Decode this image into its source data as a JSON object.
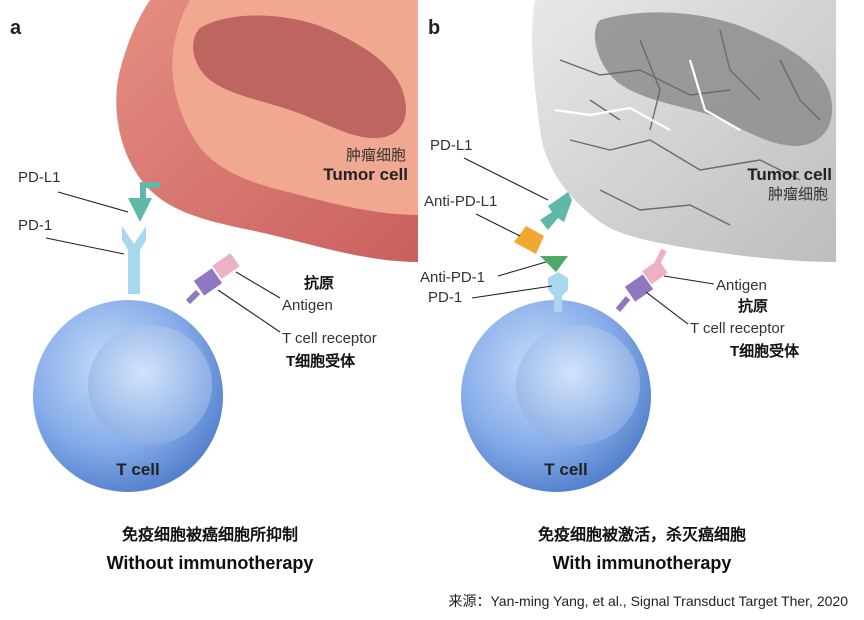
{
  "panel_a": {
    "letter": "a",
    "tumor_zh": "肿瘤细胞",
    "tumor_en": "Tumor cell",
    "pdl1": "PD-L1",
    "pd1": "PD-1",
    "antigen_zh": "抗原",
    "antigen_en": "Antigen",
    "tcr_en": "T cell receptor",
    "tcr_zh": "T细胞受体",
    "tcell": "T cell",
    "caption_zh": "免疫细胞被癌细胞所抑制",
    "caption_en": "Without immunotherapy"
  },
  "panel_b": {
    "letter": "b",
    "tumor_en": "Tumor cell",
    "tumor_zh": "肿瘤细胞",
    "pdl1": "PD-L1",
    "anti_pdl1": "Anti-PD-L1",
    "anti_pd1": "Anti-PD-1",
    "pd1": "PD-1",
    "antigen_en": "Antigen",
    "antigen_zh": "抗原",
    "tcr_en": "T cell receptor",
    "tcr_zh": "T细胞受体",
    "tcell": "T cell",
    "caption_zh": "免疫细胞被激活，杀灭癌细胞",
    "caption_en": "With immunotherapy"
  },
  "source": "来源：Yan-ming Yang, et al., Signal Transduct Target Ther, 2020",
  "colors": {
    "tumor_a": "#d9736f",
    "tumor_a_inner": "#f2b29c",
    "tumor_a_nucleus": "#b4585a",
    "tumor_b": "#d6d6d6",
    "tumor_b_nucleus": "#8a8a8a",
    "tcell": "#5f8fd6",
    "pd1": "#a8d8ee",
    "pdl1": "#5fb9a6",
    "antigen": "#eeb0c6",
    "tcr": "#8f78c0",
    "anti_pdl1": "#f0a830",
    "anti_pd1": "#4caa63"
  }
}
